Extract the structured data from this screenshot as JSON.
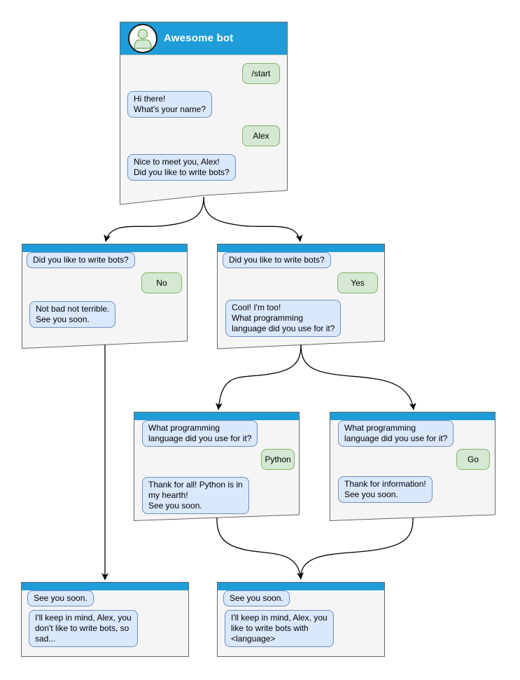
{
  "colors": {
    "header_blue": "#1e9dd8",
    "window_fill": "#f5f5f5",
    "window_border": "#666666",
    "bot_bubble_fill": "#dae8fc",
    "bot_bubble_border": "#6c8ebf",
    "user_bubble_fill": "#d5e8d4",
    "user_bubble_border": "#82b366",
    "connector": "#000000"
  },
  "icons": {
    "avatar": "person-icon"
  },
  "windows": [
    {
      "id": "start",
      "title": "Awesome bot",
      "messages": [
        {
          "from": "user",
          "text": "/start"
        },
        {
          "from": "bot",
          "text": "Hi there!\nWhat's your name?"
        },
        {
          "from": "user",
          "text": "Alex"
        },
        {
          "from": "bot",
          "text": "Nice to meet you, Alex!\nDid you like to write bots?"
        }
      ]
    },
    {
      "id": "branch-no",
      "messages": [
        {
          "from": "bot",
          "text": "Did you like to write bots?"
        },
        {
          "from": "user",
          "text": "No"
        },
        {
          "from": "bot",
          "text": "Not bad not terrible.\nSee you soon."
        }
      ]
    },
    {
      "id": "branch-yes",
      "messages": [
        {
          "from": "bot",
          "text": "Did you like to write bots?"
        },
        {
          "from": "user",
          "text": "Yes"
        },
        {
          "from": "bot",
          "text": "Cool! I'm too!\nWhat programming\nlanguage did you use for it?"
        }
      ]
    },
    {
      "id": "branch-python",
      "messages": [
        {
          "from": "bot",
          "text": "What programming\nlanguage did you use for it?"
        },
        {
          "from": "user",
          "text": "Python"
        },
        {
          "from": "bot",
          "text": "Thank for all! Python is in\nmy hearth!\nSee you soon."
        }
      ]
    },
    {
      "id": "branch-go",
      "messages": [
        {
          "from": "bot",
          "text": "What programming\nlanguage did you use for it?"
        },
        {
          "from": "user",
          "text": "Go"
        },
        {
          "from": "bot",
          "text": "Thank for information!\nSee you soon."
        }
      ]
    },
    {
      "id": "end-no",
      "messages": [
        {
          "from": "bot",
          "text": "See you soon."
        },
        {
          "from": "bot",
          "text": "I'll keep in mind, Alex, you\ndon't like to write bots, so\nsad..."
        }
      ]
    },
    {
      "id": "end-yes",
      "messages": [
        {
          "from": "bot",
          "text": "See you soon."
        },
        {
          "from": "bot",
          "text": "I'll keep in mind, Alex, you\nlike to write bots with\n<language>"
        }
      ]
    }
  ],
  "connections": [
    {
      "from": "start",
      "to": "branch-no"
    },
    {
      "from": "start",
      "to": "branch-yes"
    },
    {
      "from": "branch-yes",
      "to": "branch-python"
    },
    {
      "from": "branch-yes",
      "to": "branch-go"
    },
    {
      "from": "branch-no",
      "to": "end-no"
    },
    {
      "from": "branch-python",
      "to": "end-yes"
    },
    {
      "from": "branch-go",
      "to": "end-yes"
    }
  ]
}
